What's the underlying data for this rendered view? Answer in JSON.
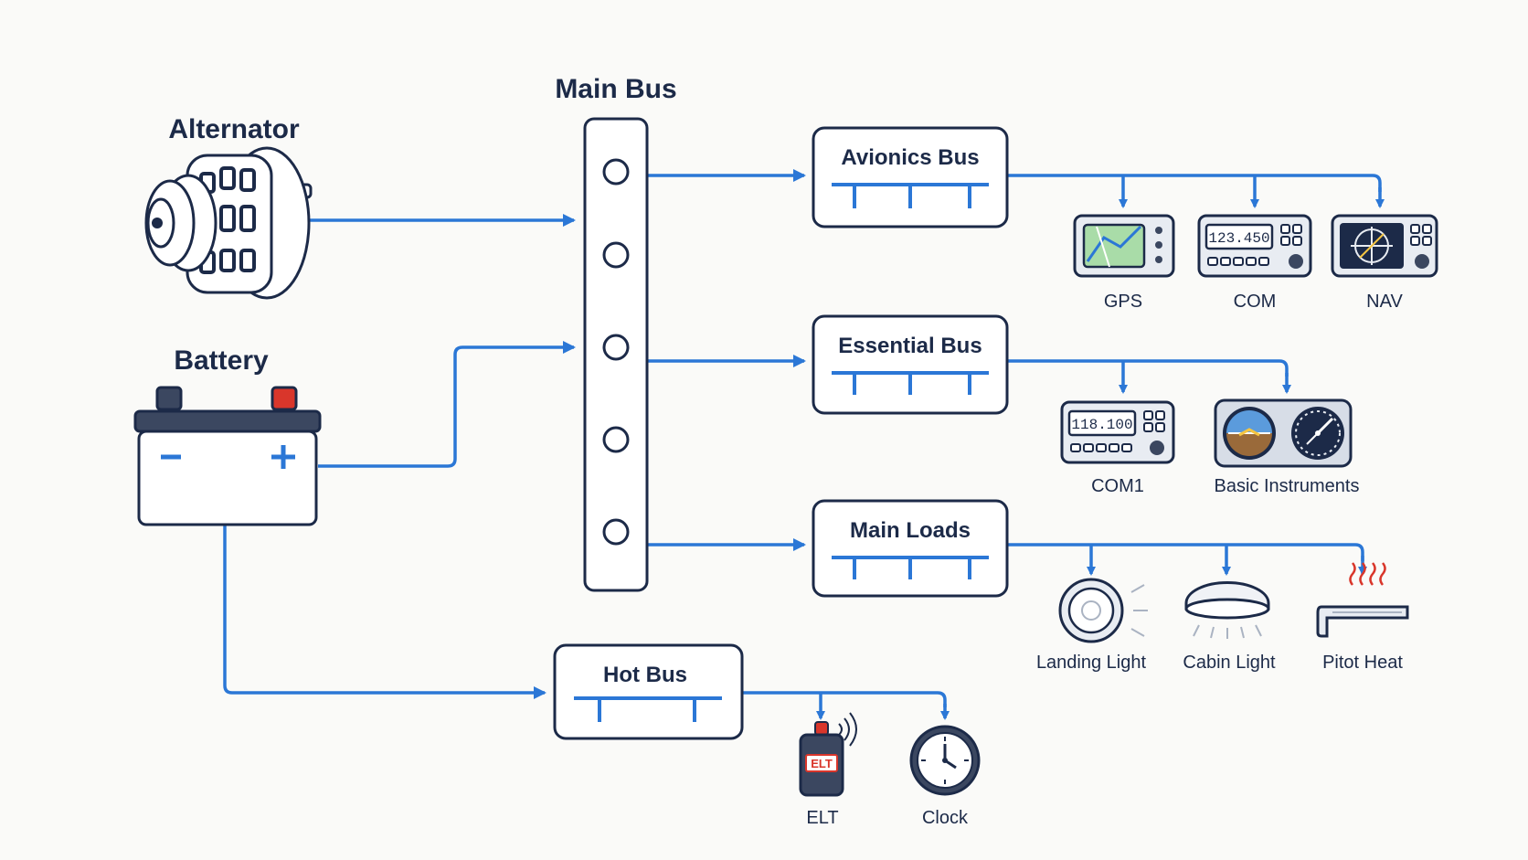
{
  "sources": {
    "alternator": "Alternator",
    "battery": "Battery"
  },
  "main_bus": {
    "label": "Main Bus"
  },
  "buses": {
    "avionics": "Avionics Bus",
    "essential": "Essential Bus",
    "main_loads": "Main Loads",
    "hot": "Hot Bus"
  },
  "loads": {
    "gps": "GPS",
    "com": "COM",
    "nav": "NAV",
    "com1": "COM1",
    "basic_instruments": "Basic Instruments",
    "landing_light": "Landing Light",
    "cabin_light": "Cabin Light",
    "pitot_heat": "Pitot Heat",
    "elt": "ELT",
    "clock": "Clock"
  },
  "displays": {
    "com_freq": "123.450",
    "com1_freq": "118.100",
    "elt_tag": "ELT"
  },
  "colors": {
    "wire": "#2b77d6",
    "outline": "#1c2a48",
    "battery_positive": "#d9362b"
  }
}
